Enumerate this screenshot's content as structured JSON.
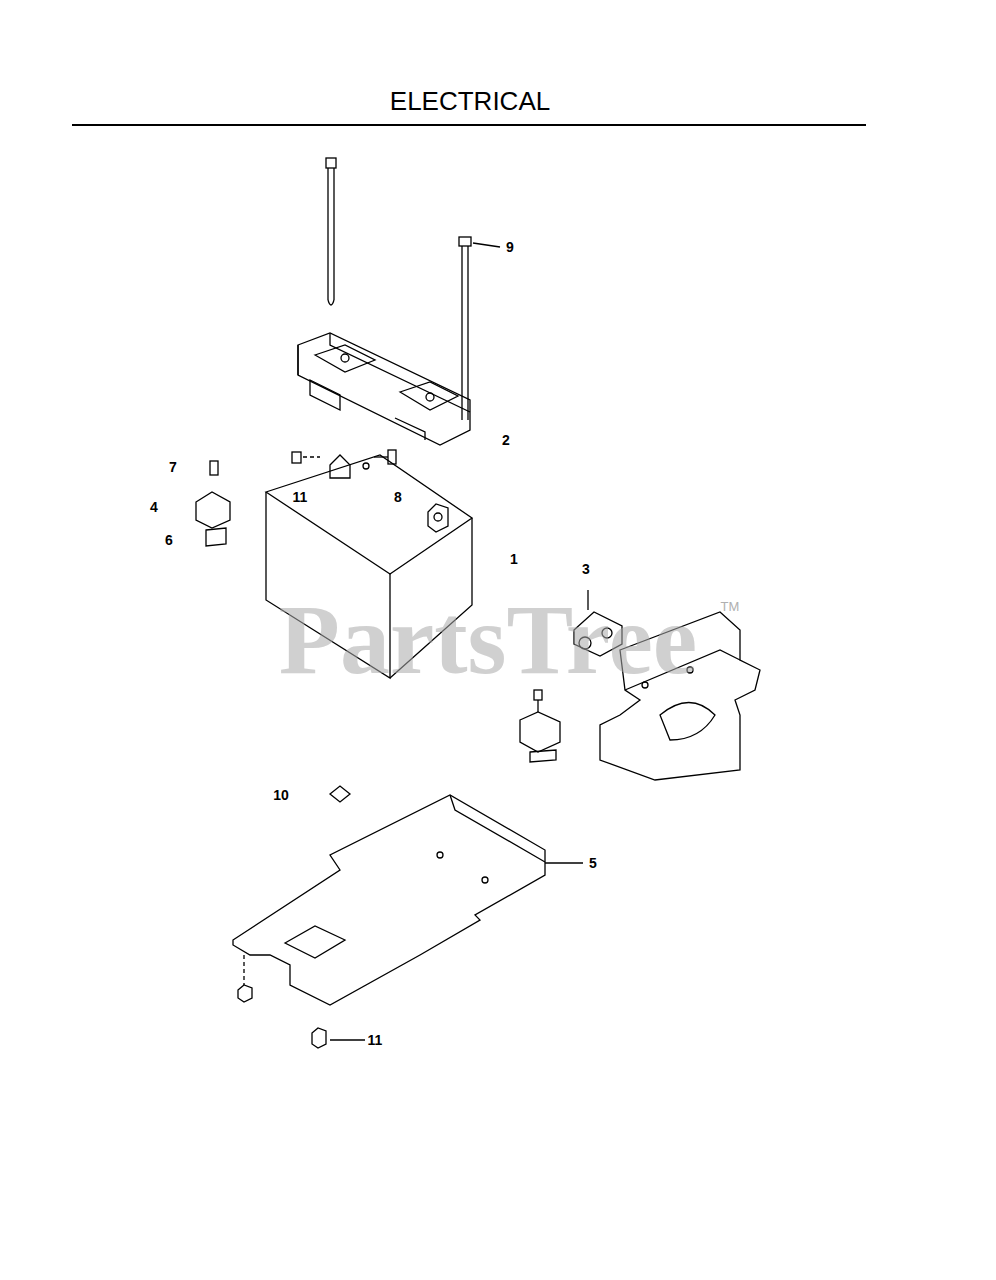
{
  "diagram": {
    "title": "ELECTRICAL",
    "labels": [
      "9",
      "2",
      "7",
      "11",
      "8",
      "4",
      "6",
      "1",
      "3",
      "10",
      "5",
      "11",
      "PartsTree",
      "TM"
    ]
  }
}
